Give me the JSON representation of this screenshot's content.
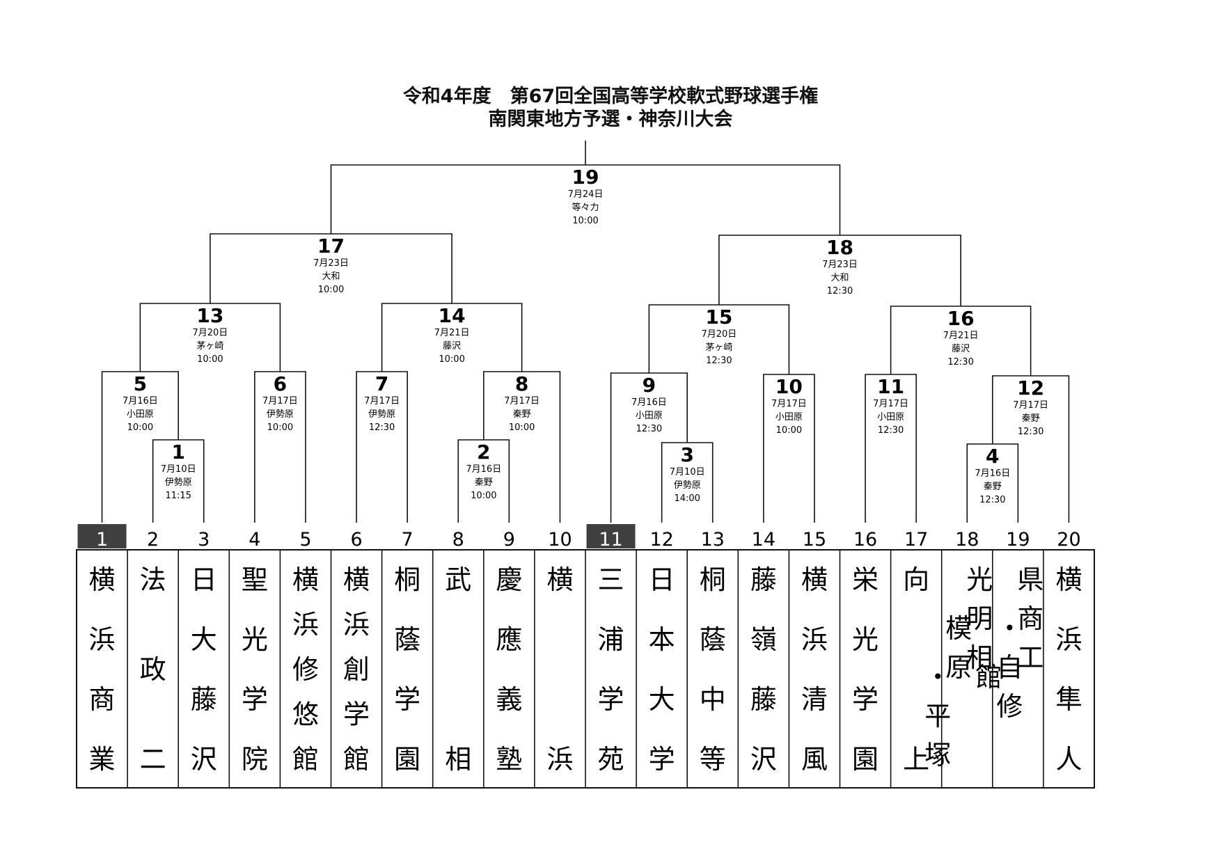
{
  "title": {
    "line1": "令和4年度　第67回全国高等学校軟式野球選手権",
    "line2": "南関東地方予選・神奈川大会"
  },
  "teams": [
    {
      "slot": "1",
      "name": "横浜商業",
      "seeded": true
    },
    {
      "slot": "2",
      "name": "法政二"
    },
    {
      "slot": "3",
      "name": "日大藤沢"
    },
    {
      "slot": "4",
      "name": "聖光学院"
    },
    {
      "slot": "5",
      "name": "横浜修悠館"
    },
    {
      "slot": "6",
      "name": "横浜創学館"
    },
    {
      "slot": "7",
      "name": "桐蔭学園"
    },
    {
      "slot": "8",
      "name": "武相"
    },
    {
      "slot": "9",
      "name": "慶應義塾"
    },
    {
      "slot": "10",
      "name": "横浜"
    },
    {
      "slot": "11",
      "name": "三浦学苑",
      "seeded": true
    },
    {
      "slot": "12",
      "name": "日本大学"
    },
    {
      "slot": "13",
      "name": "桐蔭中等"
    },
    {
      "slot": "14",
      "name": "藤嶺藤沢"
    },
    {
      "slot": "15",
      "name": "横浜清風"
    },
    {
      "slot": "16",
      "name": "栄光学園"
    },
    {
      "slot": "17",
      "name": "向上"
    },
    {
      "slot": "18",
      "name": "光明相模原・平塚",
      "display": [
        "光明相",
        "模原",
        "・平塚"
      ]
    },
    {
      "slot": "19",
      "name": "県商工・自修館",
      "display": [
        "県商工",
        "・自修",
        "館"
      ]
    },
    {
      "slot": "20",
      "name": "横浜隼人"
    }
  ],
  "matches": [
    {
      "no": "1",
      "date": "7月10日",
      "venue": "伊勢原",
      "time": "11:15"
    },
    {
      "no": "2",
      "date": "7月16日",
      "venue": "秦野",
      "time": "10:00"
    },
    {
      "no": "3",
      "date": "7月10日",
      "venue": "伊勢原",
      "time": "14:00"
    },
    {
      "no": "4",
      "date": "7月16日",
      "venue": "秦野",
      "time": "12:30"
    },
    {
      "no": "5",
      "date": "7月16日",
      "venue": "小田原",
      "time": "10:00"
    },
    {
      "no": "6",
      "date": "7月17日",
      "venue": "伊勢原",
      "time": "10:00"
    },
    {
      "no": "7",
      "date": "7月17日",
      "venue": "伊勢原",
      "time": "12:30"
    },
    {
      "no": "8",
      "date": "7月17日",
      "venue": "秦野",
      "time": "10:00"
    },
    {
      "no": "9",
      "date": "7月16日",
      "venue": "小田原",
      "time": "12:30"
    },
    {
      "no": "10",
      "date": "7月17日",
      "venue": "小田原",
      "time": "10:00"
    },
    {
      "no": "11",
      "date": "7月17日",
      "venue": "小田原",
      "time": "12:30"
    },
    {
      "no": "12",
      "date": "7月17日",
      "venue": "秦野",
      "time": "12:30"
    },
    {
      "no": "13",
      "date": "7月20日",
      "venue": "茅ヶ崎",
      "time": "10:00"
    },
    {
      "no": "14",
      "date": "7月21日",
      "venue": "藤沢",
      "time": "10:00"
    },
    {
      "no": "15",
      "date": "7月20日",
      "venue": "茅ヶ崎",
      "time": "12:30"
    },
    {
      "no": "16",
      "date": "7月21日",
      "venue": "藤沢",
      "time": "12:30"
    },
    {
      "no": "17",
      "date": "7月23日",
      "venue": "大和",
      "time": "10:00"
    },
    {
      "no": "18",
      "date": "7月23日",
      "venue": "大和",
      "time": "12:30"
    },
    {
      "no": "19",
      "date": "7月24日",
      "venue": "等々力",
      "time": "10:00"
    }
  ],
  "colors": {
    "seed_fill": "#404040",
    "line": "#111111"
  }
}
